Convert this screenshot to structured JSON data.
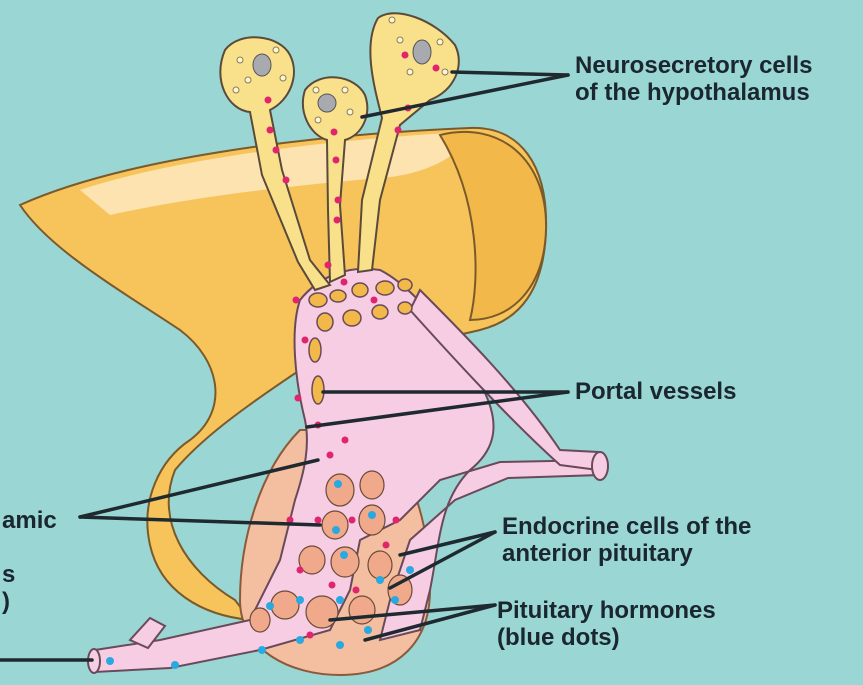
{
  "labels": {
    "neurosecretory": [
      "Neurosecretory cells",
      "of the hypothalamus"
    ],
    "portal": [
      "Portal vessels"
    ],
    "endocrine": [
      "Endocrine cells of the",
      "anterior pituitary"
    ],
    "hormones": [
      "Pituitary hormones",
      "(blue dots)"
    ],
    "hypothalamic_partial": [
      "amic",
      "",
      "s",
      ")"
    ]
  },
  "colors": {
    "background": "#9ad6d3",
    "hypothalamus": "#f7c45c",
    "hypothalamus_light": "#fde3b0",
    "pituitary": "#f3bfa0",
    "vessel": "#f6cde2",
    "neuron": "#f9e08a",
    "hormone_dot_red": "#e0246e",
    "hormone_dot_blue": "#2aa9e0",
    "outline": "#5a4a3a"
  }
}
